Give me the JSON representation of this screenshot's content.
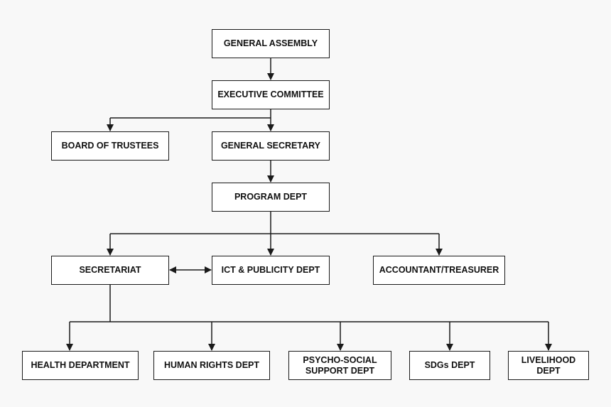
{
  "nodes": {
    "general_assembly": "GENERAL ASSEMBLY",
    "executive_committee": "EXECUTIVE COMMITTEE",
    "board_of_trustees": "BOARD OF TRUSTEES",
    "general_secretary": "GENERAL SECRETARY",
    "program_dept": "PROGRAM DEPT",
    "secretariat": "SECRETARIAT",
    "ict_publicity_dept": "ICT & PUBLICITY DEPT",
    "accountant_treasurer": "ACCOUNTANT/TREASURER",
    "health_department": "HEALTH DEPARTMENT",
    "human_rights_dept": "HUMAN RIGHTS DEPT",
    "psycho_social_support_dept": "PSYCHO-SOCIAL\nSUPPORT DEPT",
    "sdgs_dept": "SDGs DEPT",
    "livelihood_dept": "LIVELIHOOD\nDEPT"
  },
  "colors": {
    "line": "#1a1a1a",
    "box_fill": "#ffffff",
    "background": "#f8f8f8"
  }
}
